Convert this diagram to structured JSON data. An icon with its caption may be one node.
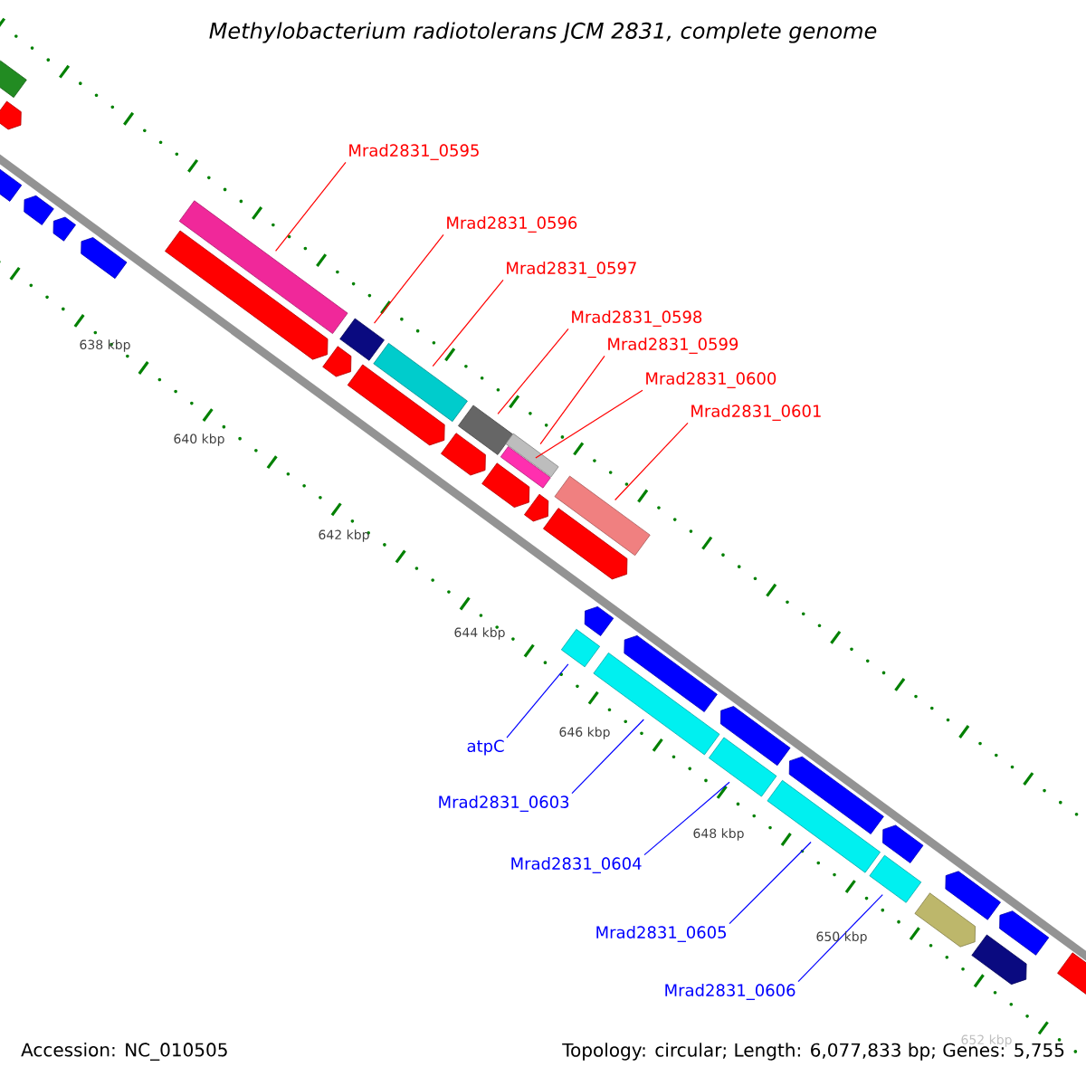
{
  "diagram": {
    "title": "*Methylobacterium radiotolerans* JCM 2831, complete genome",
    "nodes": [
      {
        "text": [
          "Mrad2831_0595"
        ]
      },
      {
        "text": [
          "Mrad2831_0596"
        ]
      },
      {
        "text": [
          "Mrad2831_0597"
        ]
      },
      {
        "text": [
          "Mrad2831_0598"
        ]
      },
      {
        "text": [
          "Mrad2831_0599"
        ]
      },
      {
        "text": [
          "Mrad2831_0600"
        ]
      },
      {
        "text": [
          "Mrad2831_0601"
        ]
      },
      {
        "text": [
          "atpC"
        ]
      },
      {
        "text": [
          "Mrad2831_0603"
        ]
      },
      {
        "text": [
          "Mrad2831_0604"
        ]
      },
      {
        "text": [
          "Mrad2831_0605"
        ]
      },
      {
        "text": [
          "Mrad2831_0606"
        ]
      },
      {
        "text": [],
        "shape": "bar"
      },
      {
        "text": [],
        "shape": "bar"
      },
      {
        "text": [],
        "shape": "bar"
      },
      {
        "text": [],
        "shape": "bar"
      },
      {
        "text": [],
        "shape": "bar"
      },
      {
        "text": [],
        "shape": "bar"
      },
      {
        "text": [],
        "shape": "bar"
      },
      {
        "text": [],
        "shape": "bar"
      },
      {
        "text": [],
        "shape": "bar"
      },
      {
        "text": [],
        "shape": "bar"
      },
      {
        "text": [],
        "shape": "bar"
      },
      {
        "text": [],
        "shape": "bar"
      },
      {
        "text": [],
        "shape": "arrow"
      },
      {
        "text": [],
        "shape": "arrow"
      },
      {
        "text": [],
        "shape": "arrow"
      },
      {
        "text": [],
        "shape": "arrow"
      },
      {
        "text": [],
        "shape": "arrow"
      },
      {
        "text": [],
        "shape": "arrow"
      },
      {
        "text": [],
        "shape": "arrow"
      },
      {
        "text": [],
        "shape": "arrow"
      },
      {
        "text": [],
        "shape": "arrow"
      },
      {
        "text": [],
        "shape": "arrow"
      },
      {
        "text": [],
        "shape": "arrow"
      },
      {
        "text": [],
        "shape": "arrow"
      },
      {
        "text": [],
        "shape": "arrow"
      },
      {
        "text": [],
        "shape": "arrow"
      },
      {
        "text": [],
        "shape": "arrow"
      },
      {
        "text": [],
        "shape": "arrow"
      },
      {
        "text": [],
        "shape": "arrow"
      },
      {
        "text": [],
        "shape": "arrow"
      },
      {
        "text": [],
        "shape": "arrow"
      },
      {
        "text": [],
        "shape": "arrow"
      },
      {
        "text": [],
        "shape": "arrow"
      },
      {
        "text": [],
        "shape": "arrow"
      },
      {
        "text": [],
        "shape": "arrow"
      }
    ],
    "edges": [
      {
        "from": 0,
        "to": 12,
        "arrow": "none"
      },
      {
        "from": 1,
        "to": 13,
        "arrow": "none"
      },
      {
        "from": 2,
        "to": 14,
        "arrow": "none"
      },
      {
        "from": 3,
        "to": 15,
        "arrow": "none"
      },
      {
        "from": 4,
        "to": 16,
        "arrow": "none"
      },
      {
        "from": 5,
        "to": 17,
        "arrow": "none"
      },
      {
        "from": 6,
        "to": 18,
        "arrow": "none"
      },
      {
        "from": 7,
        "to": 19,
        "arrow": "none",
        "color": "#0000ff"
      },
      {
        "from": 8,
        "to": 20,
        "arrow": "none",
        "color": "#0000ff"
      },
      {
        "from": 9,
        "to": 21,
        "arrow": "none",
        "color": "#0000ff"
      },
      {
        "from": 10,
        "to": 22,
        "arrow": "none",
        "color": "#0000ff"
      },
      {
        "from": 11,
        "to": 23,
        "arrow": "none",
        "color": "#0000ff"
      }
    ],
    "labels": [
      "638 kbp",
      "640 kbp",
      "642 kbp",
      "644 kbp",
      "646 kbp",
      "648 kbp",
      "650 kbp",
      "652 kbp",
      "Accession: NC_010505",
      "Topology: circular; Length: 6,077,833 bp; Genes: 5,755"
    ]
  }
}
